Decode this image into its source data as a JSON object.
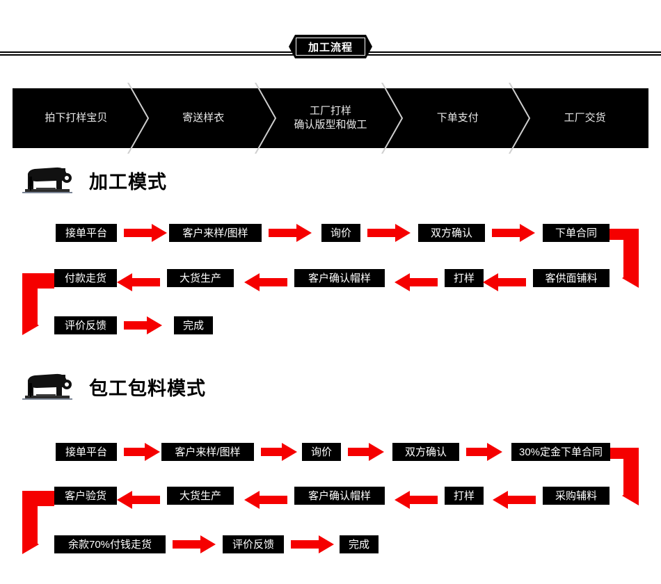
{
  "header": {
    "badge_title": "加工流程",
    "rule_color": "#000000"
  },
  "top_steps": {
    "steps": [
      {
        "label": "拍下打样宝贝"
      },
      {
        "label": "寄送样衣"
      },
      {
        "label": "工厂打样\n确认版型和做工"
      },
      {
        "label": "下单支付"
      },
      {
        "label": "工厂交货"
      }
    ],
    "background": "#000000",
    "text_color": "#e9e9e9",
    "divider": "chevron-divider"
  },
  "sections": [
    {
      "id": "processing-mode",
      "title": "加工模式",
      "icon": "sewing-machine-icon",
      "rows": [
        {
          "direction": "ltr",
          "nodes": [
            "接单平台",
            "客户来样/图样",
            "询价",
            "双方确认",
            "下单合同"
          ]
        },
        {
          "direction": "rtl",
          "nodes": [
            "付款走货",
            "大货生产",
            "客户确认帽样",
            "打样",
            "客供面铺料"
          ]
        },
        {
          "direction": "ltr",
          "nodes": [
            "评价反馈",
            "完成"
          ]
        }
      ]
    },
    {
      "id": "labor-and-materials-mode",
      "title": "包工包料模式",
      "icon": "sewing-machine-icon",
      "rows": [
        {
          "direction": "ltr",
          "nodes": [
            "接单平台",
            "客户来样/图样",
            "询价",
            "双方确认",
            "30%定金下单合同"
          ]
        },
        {
          "direction": "rtl",
          "nodes": [
            "客户验货",
            "大货生产",
            "客户确认帽样",
            "打样",
            "采购辅料"
          ]
        },
        {
          "direction": "ltr",
          "nodes": [
            "余款70%付钱走货",
            "评价反馈",
            "完成"
          ]
        }
      ]
    }
  ],
  "colors": {
    "arrow_red": "#f50000",
    "node_bg": "#000000",
    "node_text": "#ffffff",
    "page_bg": "#ffffff"
  }
}
